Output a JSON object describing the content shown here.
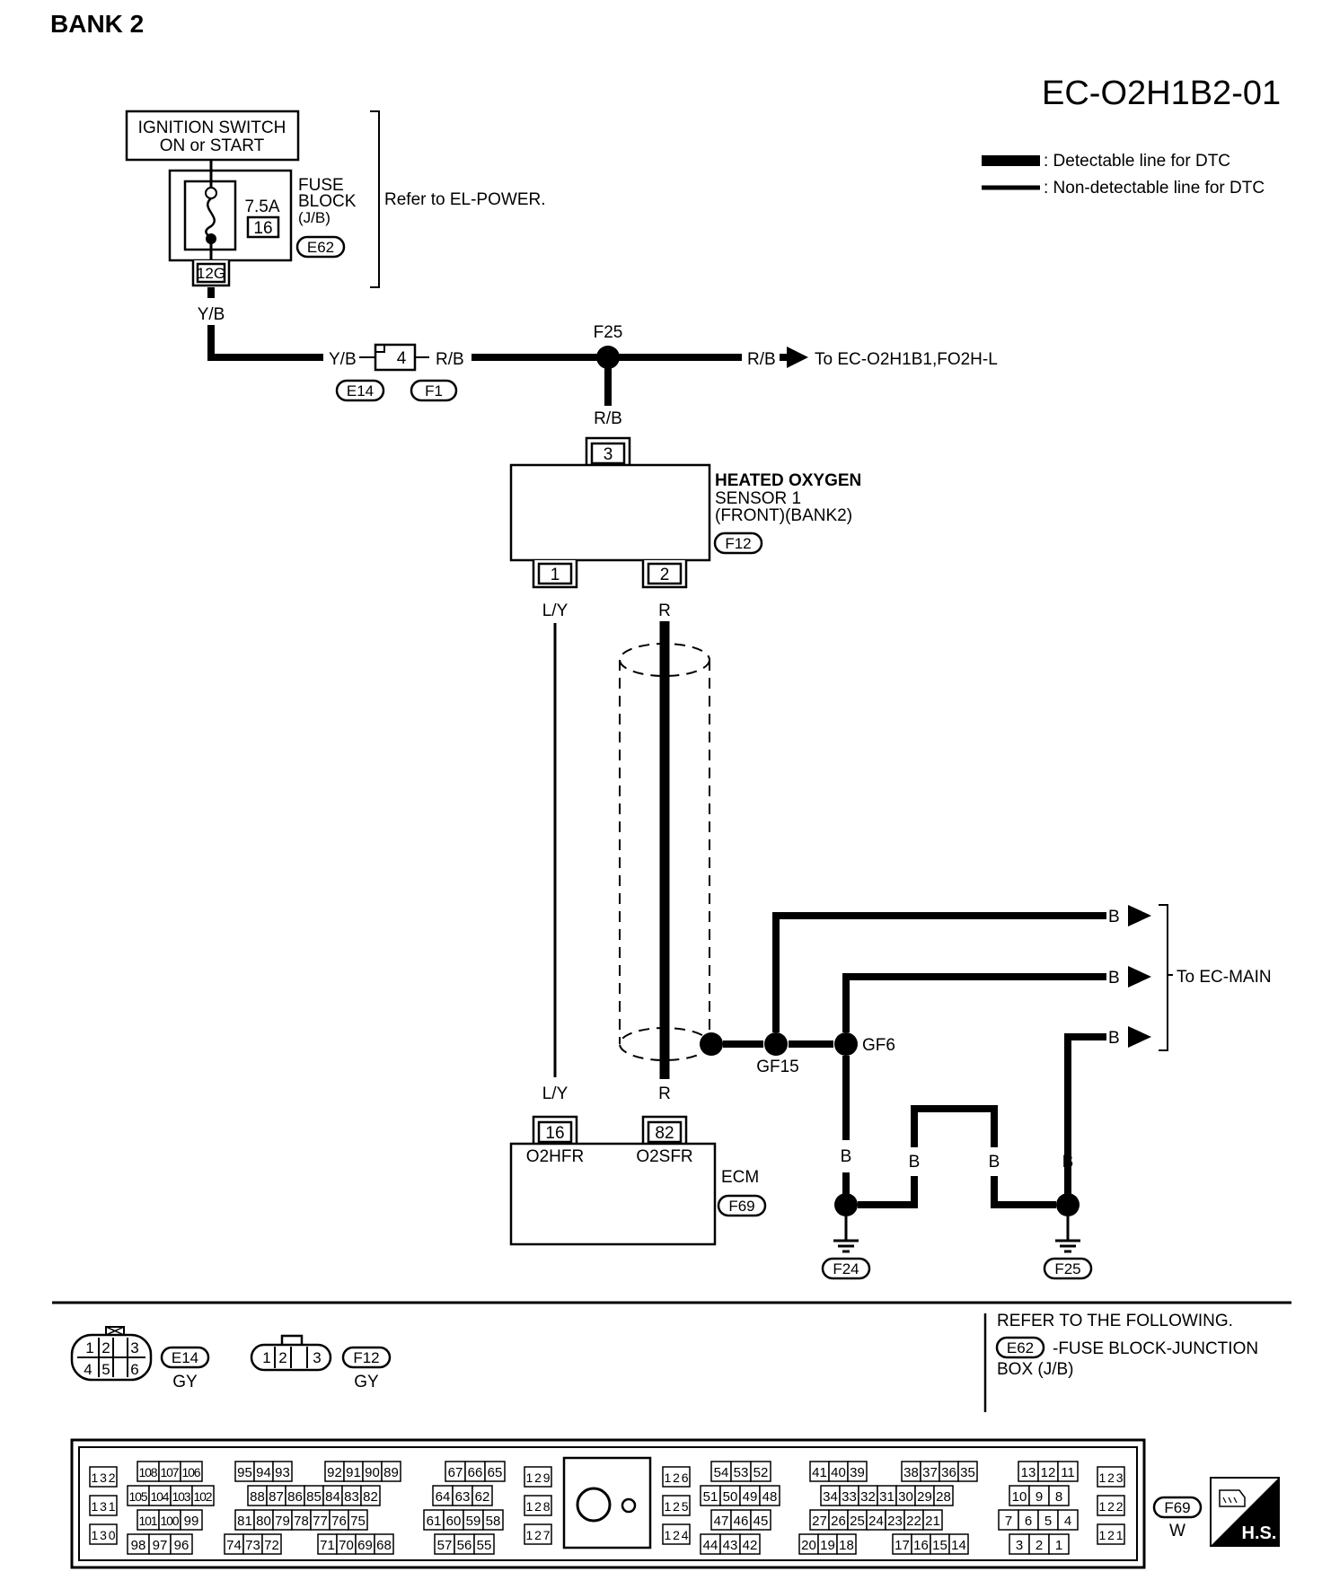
{
  "title": "BANK 2",
  "code": "EC-O2H1B2-01",
  "legend": {
    "detectable": ": Detectable line for DTC",
    "non_detectable": ": Non-detectable line for DTC"
  },
  "ignition": {
    "line1": "IGNITION SWITCH",
    "line2": "ON or START"
  },
  "fuse": {
    "rating": "7.5A",
    "number": "16",
    "label1": "FUSE",
    "label2": "BLOCK",
    "label3": "(J/B)",
    "connector": "E62",
    "terminal": "12G",
    "refer": "Refer to EL-POWER."
  },
  "wires": {
    "yb": "Y/B",
    "rb": "R/B",
    "ly": "L/Y",
    "r": "R",
    "b": "B"
  },
  "joint": {
    "terminal": "4",
    "conn_left": "E14",
    "conn_right": "F1"
  },
  "splice_f25": "F25",
  "to_bank1": "To EC-O2H1B1,FO2H-L",
  "sensor": {
    "line1": "HEATED OXYGEN",
    "line2": "SENSOR 1",
    "line3": "(FRONT)(BANK2)",
    "connector": "F12",
    "pin_top": "3",
    "pin_left": "1",
    "pin_right": "2"
  },
  "ground": {
    "gf15": "GF15",
    "gf6": "GF6",
    "to_main": "To EC-MAIN",
    "g1": "F24",
    "g2": "F25"
  },
  "ecm": {
    "label": "ECM",
    "connector": "F69",
    "pin_left": "16",
    "pin_right": "82",
    "term_left": "O2HFR",
    "term_right": "O2SFR"
  },
  "refer_box": {
    "line1": "REFER TO THE FOLLOWING.",
    "connector": "E62",
    "line2": "-FUSE BLOCK-JUNCTION",
    "line3": "BOX (J/B)"
  },
  "connectors": {
    "e14": {
      "id": "E14",
      "color": "GY",
      "pins_top": [
        "1",
        "2",
        "3"
      ],
      "pins_bottom": [
        "4",
        "5",
        "6"
      ]
    },
    "f12": {
      "id": "F12",
      "color": "GY",
      "pins": [
        "1",
        "2",
        "3"
      ]
    },
    "f69": {
      "id": "F69",
      "color": "W",
      "badge": "H.S."
    }
  },
  "ecm_pins": {
    "g1": [
      [
        "132"
      ],
      [
        "131"
      ],
      [
        "130"
      ]
    ],
    "g2": [
      [
        "108",
        "107",
        "106"
      ],
      [
        "105",
        "104",
        "103",
        "102"
      ],
      [
        "101",
        "100",
        "99"
      ],
      [
        "98",
        "97",
        "96"
      ]
    ],
    "g3": [
      [
        "95",
        "94",
        "93"
      ],
      [
        "88",
        "87",
        "86",
        "85",
        "84",
        "83",
        "82"
      ],
      [
        "81",
        "80",
        "79",
        "78",
        "77",
        "76",
        "75"
      ],
      [
        "74",
        "73",
        "72"
      ]
    ],
    "g3b": [
      [
        "92",
        "91",
        "90",
        "89"
      ],
      [
        "71",
        "70",
        "69",
        "68"
      ]
    ],
    "g4": [
      [
        "67",
        "66",
        "65"
      ],
      [
        "64",
        "63",
        "62"
      ],
      [
        "61",
        "60",
        "59",
        "58"
      ],
      [
        "57",
        "56",
        "55"
      ]
    ],
    "g5": [
      [
        "129"
      ],
      [
        "128"
      ],
      [
        "127"
      ]
    ],
    "g6": [
      [
        "126"
      ],
      [
        "125"
      ],
      [
        "124"
      ]
    ],
    "g7": [
      [
        "54",
        "53",
        "52"
      ],
      [
        "51",
        "50",
        "49",
        "48"
      ],
      [
        "47",
        "46",
        "45"
      ],
      [
        "44",
        "43",
        "42"
      ]
    ],
    "g8": [
      [
        "41",
        "40",
        "39"
      ],
      [
        "34",
        "33",
        "32",
        "31",
        "30",
        "29",
        "28"
      ],
      [
        "27",
        "26",
        "25",
        "24",
        "23",
        "22",
        "21"
      ],
      [
        "20",
        "19",
        "18"
      ]
    ],
    "g8b": [
      [
        "38",
        "37",
        "36",
        "35"
      ],
      [
        "17",
        "16",
        "15",
        "14"
      ]
    ],
    "g9": [
      [
        "13",
        "12",
        "11"
      ],
      [
        "10",
        "9",
        "8"
      ],
      [
        "7",
        "6",
        "5",
        "4"
      ],
      [
        "3",
        "2",
        "1"
      ]
    ],
    "g10": [
      [
        "123"
      ],
      [
        "122"
      ],
      [
        "121"
      ]
    ]
  }
}
